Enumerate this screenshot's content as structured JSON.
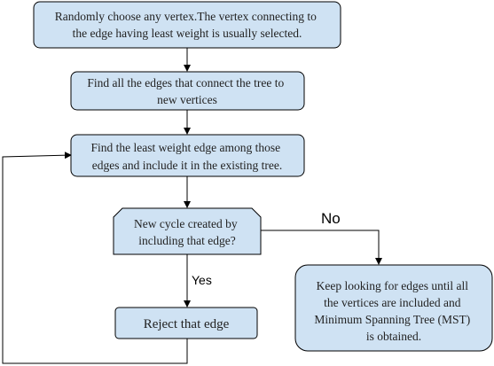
{
  "nodes": {
    "start": {
      "lines": [
        "Randomly choose any vertex.The vertex connecting to",
        "the edge having least weight is usually selected."
      ]
    },
    "find_edges": {
      "lines": [
        "Find all the edges that connect the tree to",
        "new vertices"
      ]
    },
    "least_edge": {
      "lines": [
        "Find the least weight edge among those",
        "edges and include it in the existing tree."
      ]
    },
    "cycle_check": {
      "lines": [
        "New cycle created by",
        "including that edge?"
      ]
    },
    "reject": {
      "lines": [
        "Reject that edge"
      ]
    },
    "keep_looking": {
      "lines": [
        "Keep looking for edges until all",
        "the vertices are included and",
        "Minimum Spanning Tree (MST)",
        "is obtained."
      ]
    }
  },
  "edges": {
    "no_label": "No",
    "yes_label": "Yes"
  },
  "colors": {
    "node_fill": "#cfe2f3",
    "stroke": "#000000",
    "text": "#222222"
  }
}
